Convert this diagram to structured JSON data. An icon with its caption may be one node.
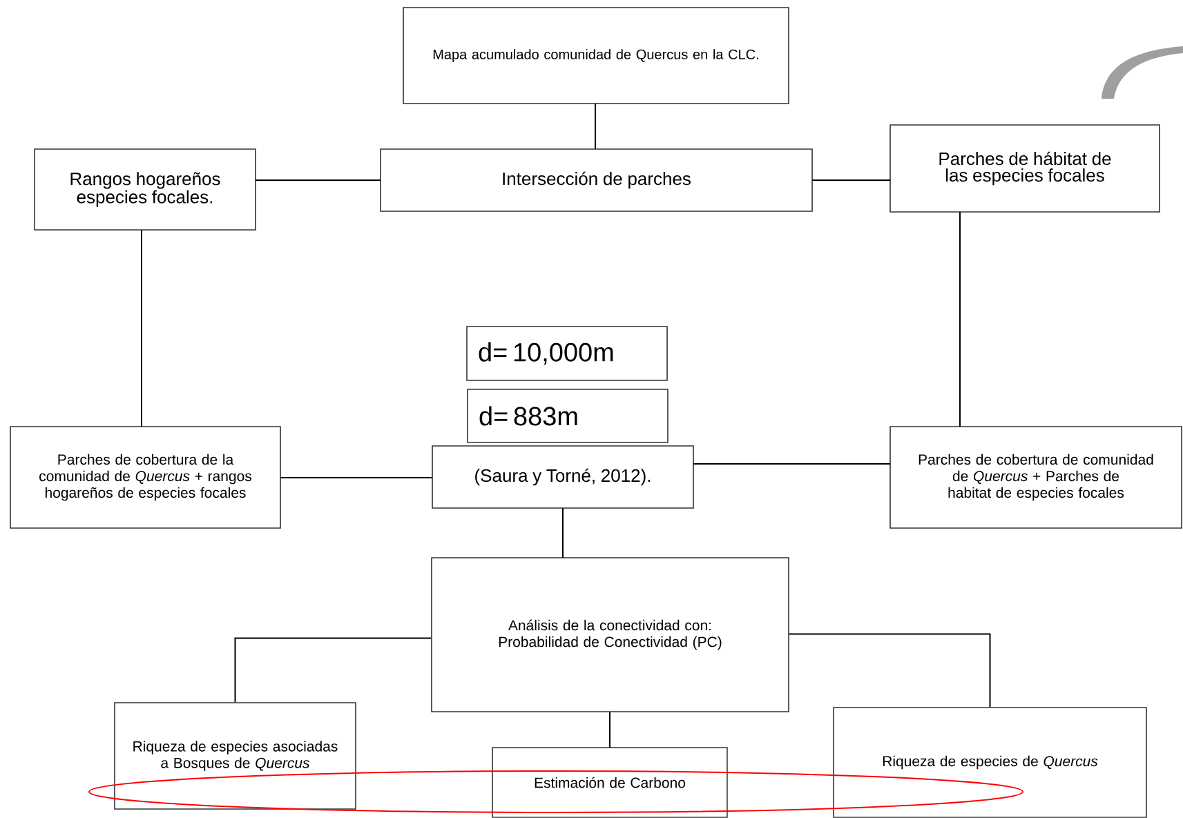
{
  "diagram": {
    "nodes": [
      {
        "text": [
          "Mapa acumulado comunidad de Quercus en la CLC."
        ]
      },
      {
        "text": [
          "Rangos hogareños especies focales."
        ]
      },
      {
        "text": [
          "Intersección de parches"
        ]
      },
      {
        "text": [
          "Parches de hábitat de las especies focales"
        ]
      },
      {
        "text": [
          "d= 10,000m"
        ]
      },
      {
        "text": [
          "d= 883m"
        ]
      },
      {
        "text": [
          "Parches de cobertura de la comunidad de *Quercus* + rangos hogareños de especies focales"
        ]
      },
      {
        "text": [
          "(Saura y Torné, 2012)."
        ]
      },
      {
        "text": [
          "Parches de cobertura de comunidad de *Quercus* + Parches de habitat de especies focales"
        ]
      },
      {
        "text": [
          "Análisis de la conectividad con: Probabilidad de Conectividad (PC)"
        ]
      },
      {
        "text": [
          "Riqueza de especies asociadas a Bosques de *Quercus*"
        ]
      },
      {
        "text": [
          "Estimación de Carbono"
        ]
      },
      {
        "text": [
          "Riqueza de especies de *Quercus*"
        ]
      }
    ],
    "edges": [
      {
        "from": 0,
        "to": 2,
        "arrow": "none"
      },
      {
        "from": 1,
        "to": 2,
        "arrow": "none"
      },
      {
        "from": 2,
        "to": 3,
        "arrow": "none"
      },
      {
        "from": 1,
        "to": 6,
        "arrow": "none"
      },
      {
        "from": 3,
        "to": 8,
        "arrow": "none"
      },
      {
        "from": 6,
        "to": 7,
        "arrow": "none"
      },
      {
        "from": 7,
        "to": 8,
        "arrow": "none"
      },
      {
        "from": 7,
        "to": 9,
        "arrow": "none"
      },
      {
        "from": 9,
        "to": 10,
        "arrow": "none"
      },
      {
        "from": 9,
        "to": 11,
        "arrow": "none"
      },
      {
        "from": 9,
        "to": 12,
        "arrow": "none"
      }
    ]
  }
}
